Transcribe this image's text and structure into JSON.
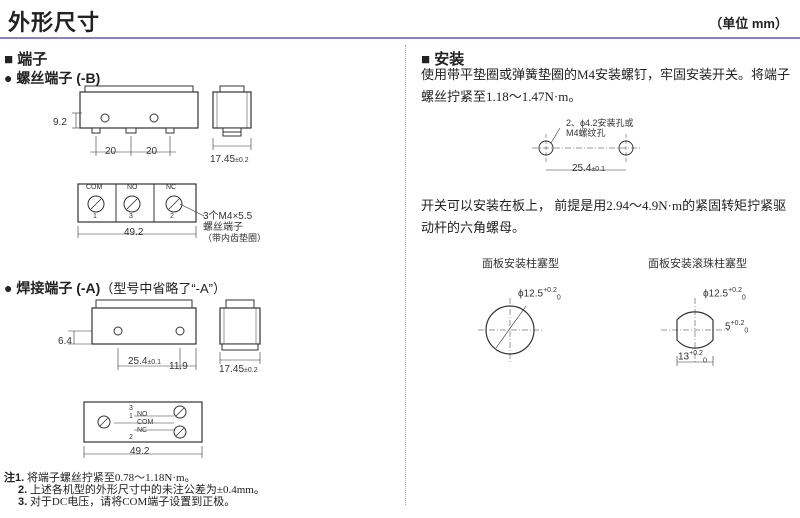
{
  "header": {
    "title": "外形尺寸",
    "unit": "（单位 mm）"
  },
  "left": {
    "section_title": "■ 端子",
    "screw_title": "● 螺丝端子 (-B)",
    "screw_dims": {
      "height": "9.2",
      "pitch1": "20",
      "pitch2": "20",
      "depth": "17.45",
      "depth_tol": "±0.2"
    },
    "terminal_labels": {
      "com": "COM",
      "no": "NO",
      "nc": "NC",
      "n1": "1",
      "n3": "3",
      "n2": "2"
    },
    "screw_width": "49.2",
    "screw_note": [
      "3个M4×5.5",
      "螺丝端子",
      "（带内齿垫圈）"
    ],
    "solder_title": "● 焊接端子 (-A)",
    "solder_subtitle": "（型号中省略了“-A”）",
    "solder_dims": {
      "height": "6.4",
      "pitch": "25.4",
      "pitch_tol": "±0.1",
      "offset": "11.9",
      "depth": "17.45",
      "depth_tol": "±0.2"
    },
    "solder_terms": {
      "t3": "3",
      "t1": "1",
      "no": "NO",
      "com": "COM",
      "nc": "NC",
      "t2": "2"
    },
    "solder_width": "49.2",
    "notes": [
      {
        "num": "注1.",
        "text": "将端子螺丝拧紧至0.78～1.18N·m。"
      },
      {
        "num": "2.",
        "text": "上述各机型的外形尺寸中的未注公差为±0.4mm。"
      },
      {
        "num": "3.",
        "text": "对于DC电压，请将COM端子设置到正极。"
      }
    ]
  },
  "right": {
    "section_title": "■ 安装",
    "install_text": [
      "使用带平垫圈或弹簧垫圈的M4安装螺钉，牢固安装开关。将端子",
      "螺丝拧紧至1.18～1.47N·m。"
    ],
    "hole_label": [
      "2、ϕ4.2安装孔或",
      "M4螺纹孔"
    ],
    "hole_pitch": "25.4",
    "hole_pitch_tol": "±0.1",
    "panel_text": [
      "开关可以安装在板上， 前提是用2.94～4.9N·m的紧固转矩拧紧驱",
      "动杆的六角螺母。"
    ],
    "panel1": {
      "title": "面板安装柱塞型",
      "dia": "ϕ12.5",
      "tol_plus": "+0.2",
      "tol_minus": "0"
    },
    "panel2": {
      "title": "面板安装滚珠柱塞型",
      "dia": "ϕ12.5",
      "tol_plus": "+0.2",
      "tol_minus": "0",
      "flat": "5",
      "flat_plus": "+0.2",
      "flat_minus": "0",
      "width": "13",
      "width_plus": "+0.2",
      "width_minus": "0"
    }
  }
}
